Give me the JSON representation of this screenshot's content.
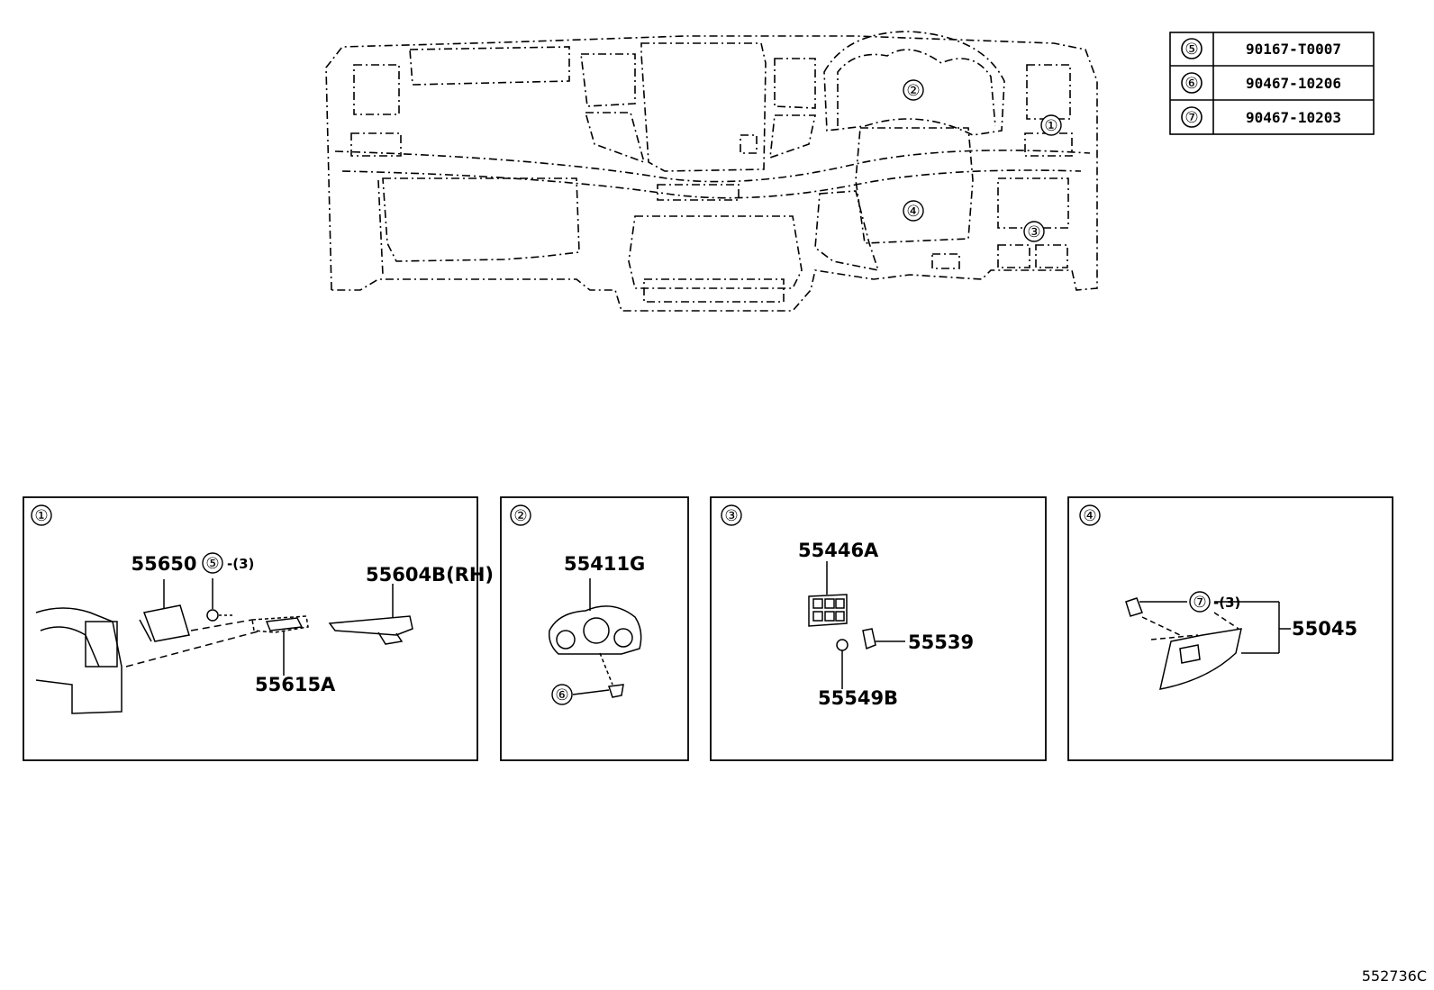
{
  "overview": {
    "callouts": [
      "①",
      "②",
      "③",
      "④"
    ]
  },
  "fastener_table": {
    "rows": [
      {
        "num": "⑤",
        "part": "90167-T0007"
      },
      {
        "num": "⑥",
        "part": "90467-10206"
      },
      {
        "num": "⑦",
        "part": "90467-10203"
      }
    ]
  },
  "detail_panels": [
    {
      "num": "①",
      "parts": {
        "p1": "55650",
        "p2_num": "⑤",
        "p2_qty": "-(3)",
        "p3": "55604B(RH)",
        "p4": "55615A"
      }
    },
    {
      "num": "②",
      "parts": {
        "p1": "55411G",
        "p2_num": "⑥"
      }
    },
    {
      "num": "③",
      "parts": {
        "p1": "55446A",
        "p2": "55539",
        "p3": "55549B"
      }
    },
    {
      "num": "④",
      "parts": {
        "p1_num": "⑦",
        "p1_qty": "-(3)",
        "p2": "55045"
      }
    }
  ],
  "reference_code": "552736C"
}
